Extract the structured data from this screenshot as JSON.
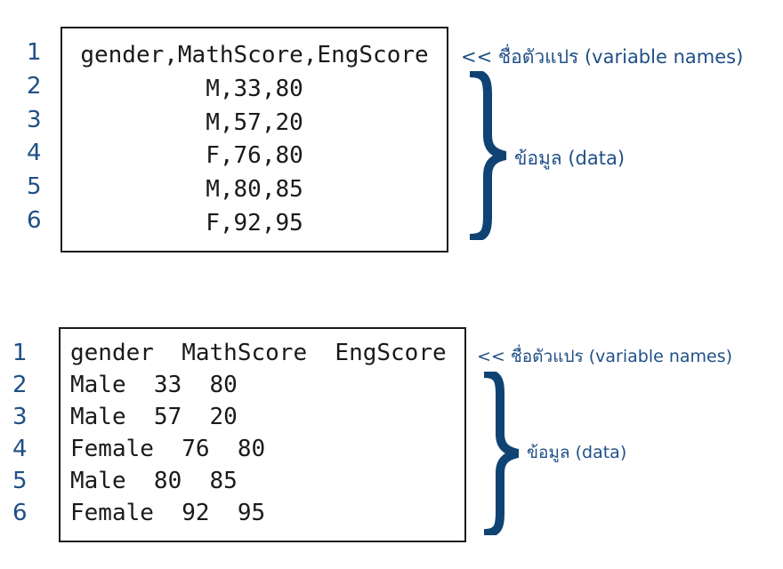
{
  "panels": [
    {
      "line_numbers": [
        "1",
        "2",
        "3",
        "4",
        "5",
        "6"
      ],
      "rows": [
        "gender,MathScore,EngScore",
        "M,33,80",
        "M,57,20",
        "F,76,80",
        "M,80,85",
        "F,92,95"
      ],
      "header_note": "<< ชื่อตัวแปร (variable names)",
      "data_note": "ข้อมูล (data)"
    },
    {
      "line_numbers": [
        "1",
        "2",
        "3",
        "4",
        "5",
        "6"
      ],
      "rows": [
        "gender  MathScore  EngScore",
        "Male  33  80",
        "Male  57  20",
        "Female  76  80",
        "Male  80  85",
        "Female  92  95"
      ],
      "header_note": "<< ชื่อตัวแปร (variable names)",
      "data_note": "ข้อมูล (data)"
    }
  ],
  "colors": {
    "accent": "#1f4f86",
    "brace": "#0f4373",
    "text": "#1a1a1a"
  }
}
